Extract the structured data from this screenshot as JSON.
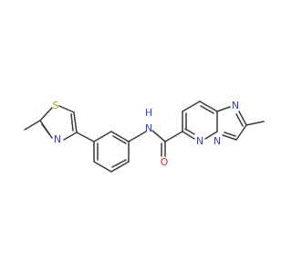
{
  "atom_colors": {
    "N": "#2f41d6",
    "S": "#b5a400",
    "O": "#e8292b",
    "NH": "#2f41d6"
  },
  "labels": {
    "S": "S",
    "N_thiazole": "N",
    "NH": "H",
    "N_amide": "N",
    "O": "O",
    "N_pyridazine": "N",
    "N_bridge": "N",
    "N_imidazole": "N"
  }
}
